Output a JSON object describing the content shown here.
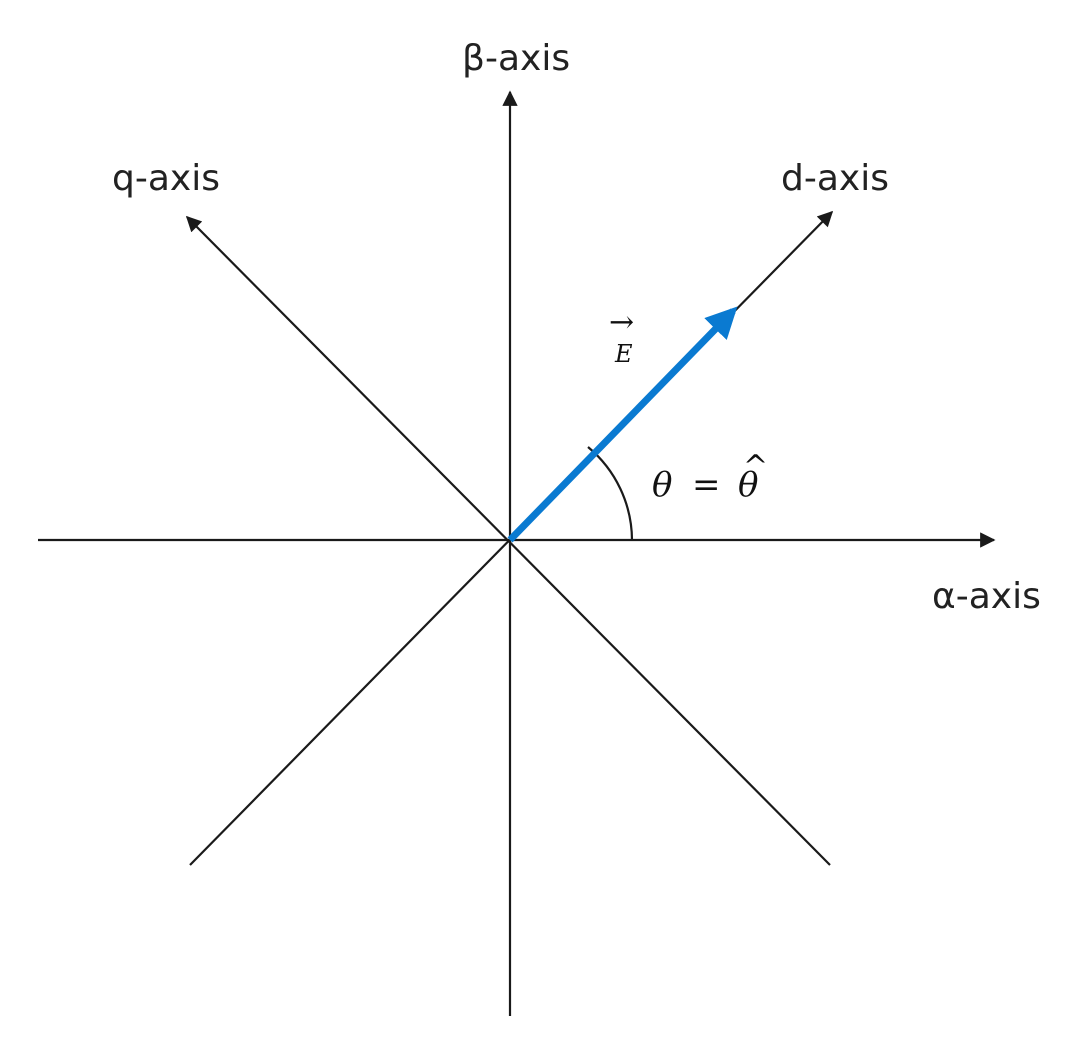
{
  "labels": {
    "beta_axis": "β-axis",
    "alpha_axis": "α-axis",
    "d_axis": "d-axis",
    "q_axis": "q-axis",
    "vector": "E",
    "vector_arrow": "→",
    "angle_lhs": "θ",
    "angle_eq": "=",
    "angle_rhs": "θ",
    "angle_rhs_hat": "^"
  },
  "colors": {
    "axis": "#1a1a1a",
    "vector": "#0a7ad1",
    "background": "#ffffff"
  }
}
